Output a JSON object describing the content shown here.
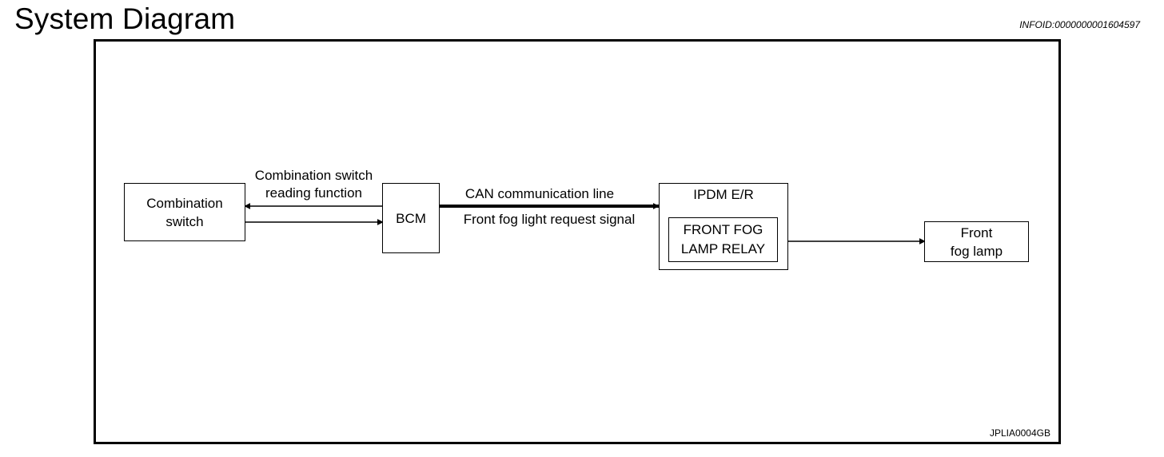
{
  "header": {
    "title": "System Diagram",
    "info_id": "INFOID:0000000001604597"
  },
  "diagram": {
    "figure_code": "JPLIA0004GB",
    "nodes": {
      "combination_switch": "Combination\nswitch",
      "bcm": "BCM",
      "ipdm": "IPDM E/R",
      "relay": "FRONT FOG\nLAMP RELAY",
      "front_fog_lamp": "Front\nfog lamp"
    },
    "edges": {
      "reading_function": "Combination switch\nreading function",
      "can_line": "CAN communication line",
      "request_signal": "Front fog light request signal"
    }
  }
}
